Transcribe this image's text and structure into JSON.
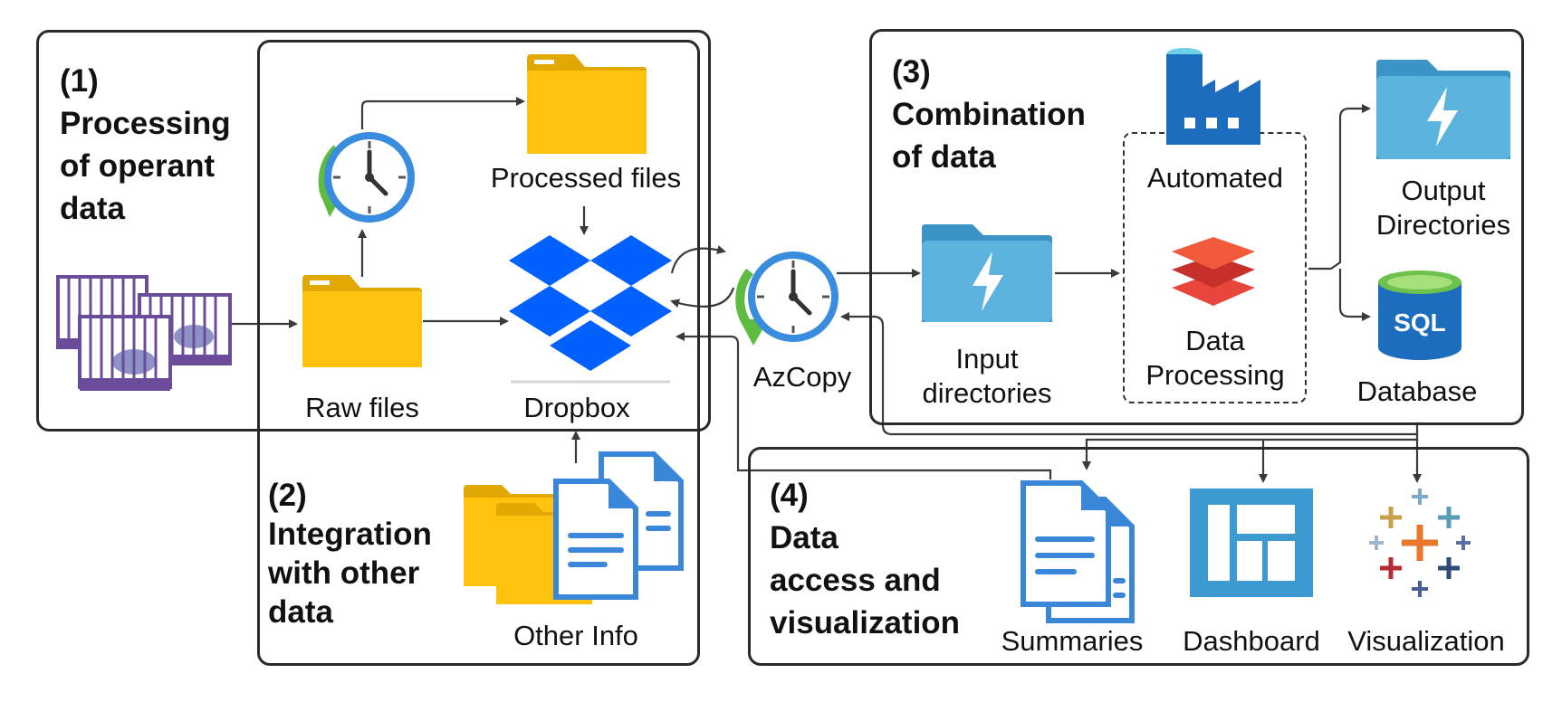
{
  "sections": {
    "processing": {
      "number": "(1)",
      "title_line1": "Processing",
      "title_line2": "of operant",
      "title_line3": "data"
    },
    "integration": {
      "number": "(2)",
      "title_line1": "Integration",
      "title_line2": "with other",
      "title_line3": "data"
    },
    "combination": {
      "number": "(3)",
      "title_line1": "Combination",
      "title_line2": "of data"
    },
    "access": {
      "number": "(4)",
      "title_line1": "Data",
      "title_line2": "access and",
      "title_line3": "visualization"
    }
  },
  "nodes": {
    "raw_files": "Raw files",
    "processed_files": "Processed files",
    "dropbox": "Dropbox",
    "other_info": "Other Info",
    "azcopy": "AzCopy",
    "input_directories_line1": "Input",
    "input_directories_line2": "directories",
    "automated": "Automated",
    "data_processing_line1": "Data",
    "data_processing_line2": "Processing",
    "output_directories_line1": "Output",
    "output_directories_line2": "Directories",
    "database": "Database",
    "summaries": "Summaries",
    "dashboard": "Dashboard",
    "visualization": "Visualization"
  },
  "icons": {
    "cages": "rat-cages-icon",
    "clock": "clock-icon",
    "folder": "folder-icon",
    "dropbox": "dropbox-logo",
    "document": "document-icon",
    "factory": "data-factory-icon",
    "layers": "data-processing-layers-icon",
    "lightning_folder": "storage-folder-icon",
    "sql": "sql-database-icon",
    "dashboard": "dashboard-icon",
    "tableau": "tableau-logo"
  },
  "database_icon_text": "SQL",
  "colors": {
    "folder_yellow": "#FFC20E",
    "folder_tab": "#E0A800",
    "dropbox_blue": "#0061FE",
    "azure_blue": "#4FA9D6",
    "doc_blue": "#3A86D8",
    "clock_blue": "#3A8DDE",
    "clock_green": "#5DBB3F",
    "layers_red": "#E8453C",
    "cage_purple": "#6B4C9A",
    "dashboard_blue": "#3D9AD1",
    "outline": "#2a2a2a"
  }
}
